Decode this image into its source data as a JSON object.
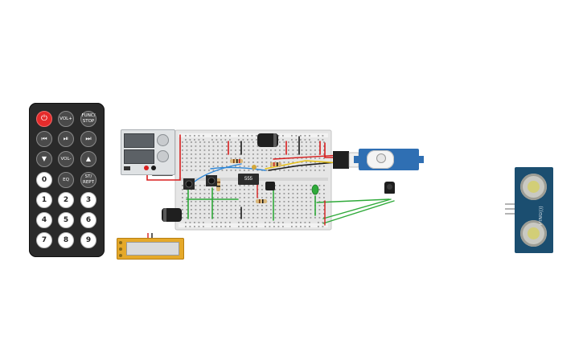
{
  "remote": {
    "buttons": [
      {
        "id": "power",
        "label": "⏻"
      },
      {
        "id": "vol_up",
        "label": "VOL+"
      },
      {
        "id": "func_stop",
        "label": "FUNC/ STOP"
      },
      {
        "id": "rewind",
        "label": "⏮"
      },
      {
        "id": "play_pause",
        "label": "⏯"
      },
      {
        "id": "fast_forward",
        "label": "⏭"
      },
      {
        "id": "down",
        "label": "▼"
      },
      {
        "id": "vol_down",
        "label": "VOL-"
      },
      {
        "id": "up",
        "label": "▲"
      },
      {
        "id": "n0",
        "label": "0"
      },
      {
        "id": "eq",
        "label": "EQ"
      },
      {
        "id": "st_rept",
        "label": "ST/ REPT"
      },
      {
        "id": "n1",
        "label": "1"
      },
      {
        "id": "n2",
        "label": "2"
      },
      {
        "id": "n3",
        "label": "3"
      },
      {
        "id": "n4",
        "label": "4"
      },
      {
        "id": "n5",
        "label": "5"
      },
      {
        "id": "n6",
        "label": "6"
      },
      {
        "id": "n7",
        "label": "7"
      },
      {
        "id": "n8",
        "label": "8"
      },
      {
        "id": "n9",
        "label": "9"
      }
    ]
  },
  "breadboard": {
    "ic_label": "555"
  },
  "sonar": {
    "label": "PING)))"
  },
  "colors": {
    "wire_red": "#d81e1e",
    "wire_black": "#1a1a1a",
    "wire_green": "#2faa3a",
    "wire_blue": "#2e86d6",
    "wire_yellow": "#e8c21a",
    "breadboard": "#e6e6e6",
    "servo": "#2f6fb3",
    "sonar_board": "#1b4e70",
    "lcd_frame": "#e5a92a"
  }
}
